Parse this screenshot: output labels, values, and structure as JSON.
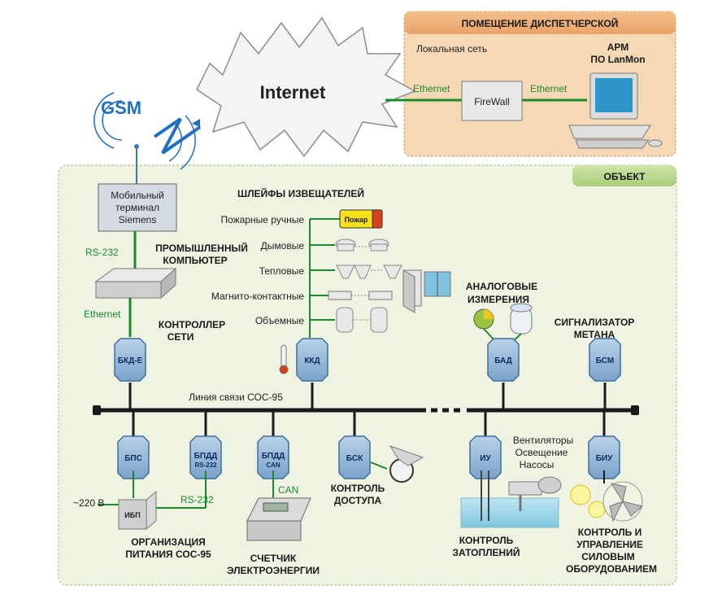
{
  "internet": "Internet",
  "gsm": "GSM",
  "dispatcher": {
    "title": "ПОМЕЩЕНИЕ ДИСПЕТЧЕРСКОЙ",
    "lan": "Локальная сеть",
    "arm1": "АРМ",
    "arm2": "ПО LanMon",
    "ethernet_left": "Ethernet",
    "ethernet_right": "Ethernet",
    "firewall": "FireWall"
  },
  "object": {
    "title": "ОБЪЕКТ",
    "mobile": [
      "Мобильный",
      "терминал",
      "Siemens"
    ],
    "rs232_top": "RS-232",
    "pc1": "ПРОМЫШЛЕННЫЙ",
    "pc2": "КОМПЬЮТЕР",
    "eth": "Ethernet",
    "ctrl1": "КОНТРОЛЛЕР",
    "ctrl2": "СЕТИ",
    "loops_title": "ШЛЕЙФЫ ИЗВЕЩАТЕЛЕЙ",
    "loops": [
      "Пожарные ручные",
      "Дымовые",
      "Тепловые",
      "Магнито-контактные",
      "Объемные"
    ],
    "fire": "Пожар",
    "analog1": "АНАЛОГОВЫЕ",
    "analog2": "ИЗМЕРЕНИЯ",
    "methane1": "СИГНАЛИЗАТОР",
    "methane2": "МЕТАНА",
    "bus": "Линия связи СОС-95",
    "units": {
      "bkde": "БКД-Е",
      "kkd": "ККД",
      "bad": "БАД",
      "bsm": "БСМ",
      "bps": "БПС",
      "bpdd1": "БПДД",
      "bpdd1_sub": "RS-232",
      "bpdd2": "БПДД",
      "bpdd2_sub": "CAN",
      "bsk": "БСК",
      "iu": "ИУ",
      "biu": "БИУ"
    },
    "v220": "~220 В",
    "ibp": "ИБП",
    "rs232_bottom": "RS-232",
    "can": "CAN",
    "power1": "ОРГАНИЗАЦИЯ",
    "power2": "ПИТАНИЯ СОС-95",
    "meter1": "СЧЕТЧИК",
    "meter2": "ЭЛЕКТРОЭНЕРГИИ",
    "access1": "КОНТРОЛЬ",
    "access2": "ДОСТУПА",
    "equip": [
      "Вентиляторы",
      "Освещение",
      "Насосы"
    ],
    "flood1": "КОНТРОЛЬ",
    "flood2": "ЗАТОПЛЕНИЙ",
    "cu1": "КОНТРОЛЬ И",
    "cu2": "УПРАВЛЕНИЕ",
    "cu3": "СИЛОВЫМ",
    "cu4": "ОБОРУДОВАНИЕМ"
  },
  "colors": {
    "dispatcher_fill": "#F5D9B5",
    "object_fill": "#EEF3E2",
    "link_green": "#1A8A2A",
    "unit_fill": "#8FB3D4",
    "bus": "#1A1A1A"
  }
}
